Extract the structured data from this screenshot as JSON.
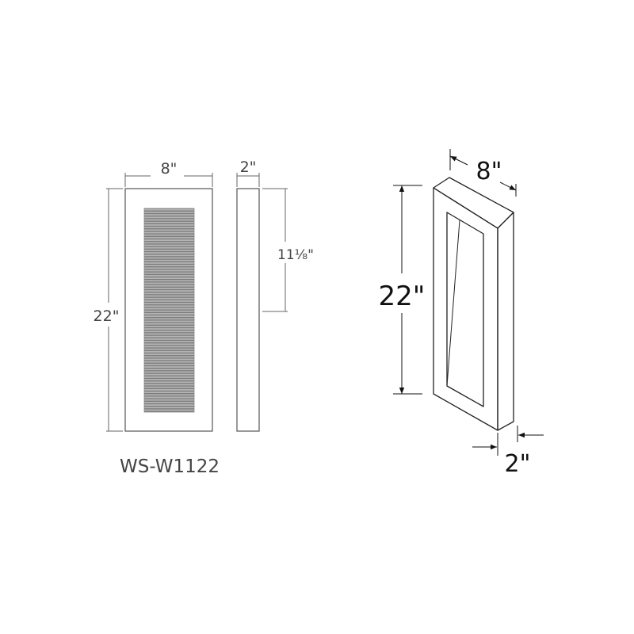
{
  "front_view": {
    "width_label": "8\"",
    "height_label": "22\""
  },
  "side_view": {
    "depth_label": "2\"",
    "mount_height_label": "11⅛\""
  },
  "model_number": "WS-W1122",
  "iso_view": {
    "width_label": "8\"",
    "height_label": "22\"",
    "depth_label": "2\""
  },
  "colors": {
    "line": "#555555",
    "grille": "#8a8a8a",
    "iso_line": "#222222"
  }
}
